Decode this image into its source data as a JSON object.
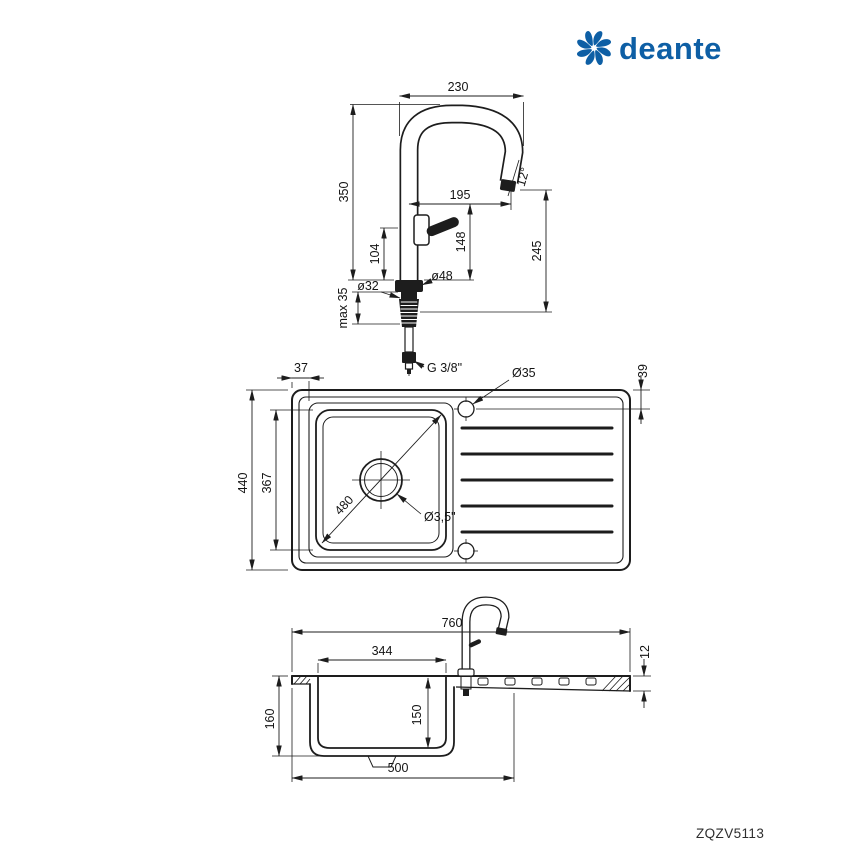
{
  "brand": {
    "name": "deante",
    "icon": "swirl-flower-icon",
    "color": "#0e5fa5"
  },
  "product_code": "ZQZV5113",
  "line_color": "#1d1d1d",
  "faucet_view": {
    "dims": {
      "spout_width": "230",
      "total_height": "350",
      "spout_reach": "195",
      "spout_angle": "12°",
      "outlet_height": "245",
      "outlet_to_base": "148",
      "body_height": "104",
      "pipe_diameter": "ø32",
      "flange_diameter": "ø48",
      "max_counter_thickness": "max 35",
      "connection_thread": "G 3/8\""
    }
  },
  "sink_top_view": {
    "dims": {
      "edge_to_bowl": "37",
      "tap_hole_offset": "39",
      "overall_depth": "440",
      "bowl_depth": "367",
      "bowl_diagonal": "480",
      "drain_diameter": "Ø3,5\"",
      "tap_hole_diameter": "Ø35"
    }
  },
  "section_view": {
    "dims": {
      "overall_width": "760",
      "bowl_width": "344",
      "edge_thickness": "12",
      "overall_height": "160",
      "bowl_inner_depth": "150",
      "min_cabinet": "500"
    }
  }
}
